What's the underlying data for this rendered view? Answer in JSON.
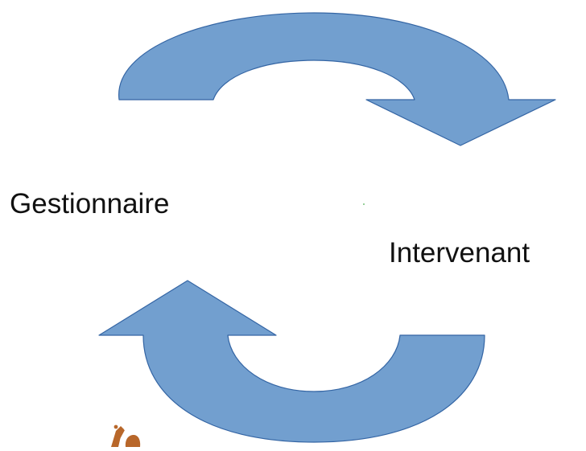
{
  "diagram": {
    "labels": {
      "gestionnaire": "Gestionnaire",
      "intervenant": "Intervenant"
    },
    "colors": {
      "arrow_fill": "#729fcf",
      "arrow_stroke": "#3465a4",
      "figure": "#b8672a",
      "dot": "#4caf50",
      "text": "#111111",
      "background": "#ffffff"
    },
    "arrows": [
      {
        "name": "top-curved-arrow",
        "direction": "clockwise",
        "points_to": "Intervenant"
      },
      {
        "name": "bottom-curved-arrow",
        "direction": "clockwise",
        "points_to": "Gestionnaire"
      }
    ]
  }
}
